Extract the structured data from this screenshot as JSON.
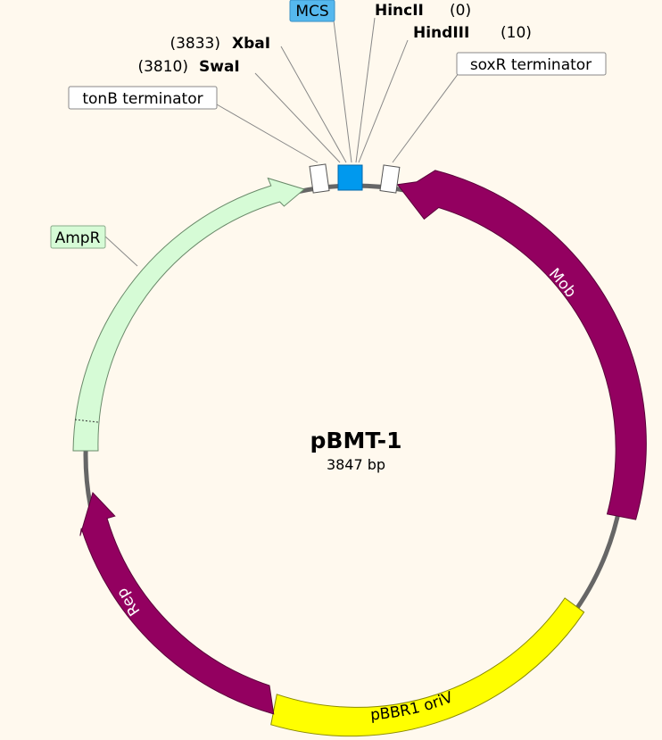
{
  "plasmid": {
    "name": "pBMT-1",
    "size_label": "3847 bp"
  },
  "features": {
    "ampr": {
      "label": "AmpR",
      "fill": "#d6fbd6",
      "stroke": "#6a8a6a"
    },
    "mob": {
      "label": "Mob",
      "fill": "#930060",
      "text_color": "#ffffff"
    },
    "rep": {
      "label": "Rep",
      "fill": "#930060",
      "text_color": "#ffffff"
    },
    "oriv": {
      "label": "pBBR1 oriV",
      "fill": "#ffff00",
      "text_color": "#000000"
    },
    "mcs": {
      "label": "MCS",
      "fill": "#0099ee"
    },
    "tonb": {
      "label": "tonB terminator"
    },
    "soxr": {
      "label": "soxR terminator"
    }
  },
  "sites": {
    "xbai": {
      "name": "XbaI",
      "position": "(3833)"
    },
    "swai": {
      "name": "SwaI",
      "position": "(3810)"
    },
    "hincii": {
      "name": "HincII",
      "position": "(0)"
    },
    "hindiii": {
      "name": "HindIII",
      "position": "(10)"
    }
  },
  "colors": {
    "background": "#fff9ee",
    "backbone": "#666666"
  }
}
